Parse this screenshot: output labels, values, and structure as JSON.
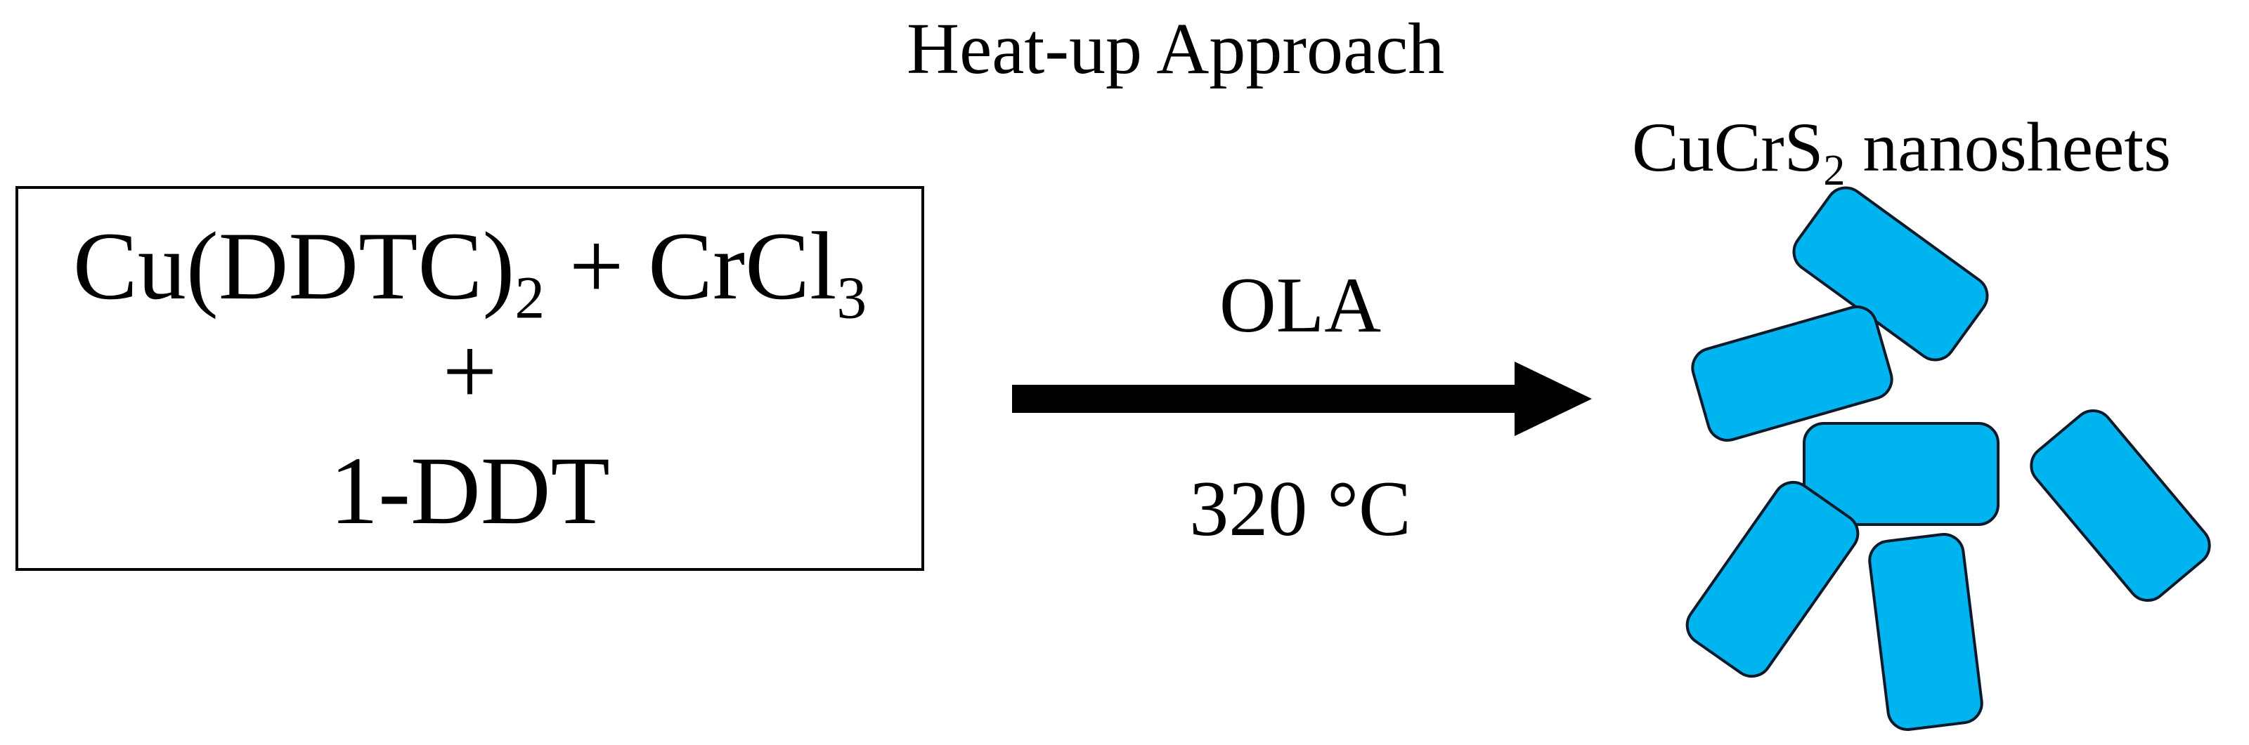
{
  "title": "Heat-up Approach",
  "reactants": {
    "line1": {
      "part1": "Cu(DDTC)",
      "sub1": "2",
      "part2": " + CrCl",
      "sub2": "3"
    },
    "line2": "+",
    "line3": "1-DDT"
  },
  "conditions": {
    "solvent": "OLA",
    "temperature": "320 °C"
  },
  "product": {
    "name_prefix": "CuCrS",
    "name_subscript": "2",
    "name_suffix": " nanosheets"
  },
  "colors": {
    "nanosheet_fill": "#00b4f0",
    "nanosheet_stroke": "#0b1a2a",
    "arrow": "#000000",
    "text": "#000000"
  }
}
